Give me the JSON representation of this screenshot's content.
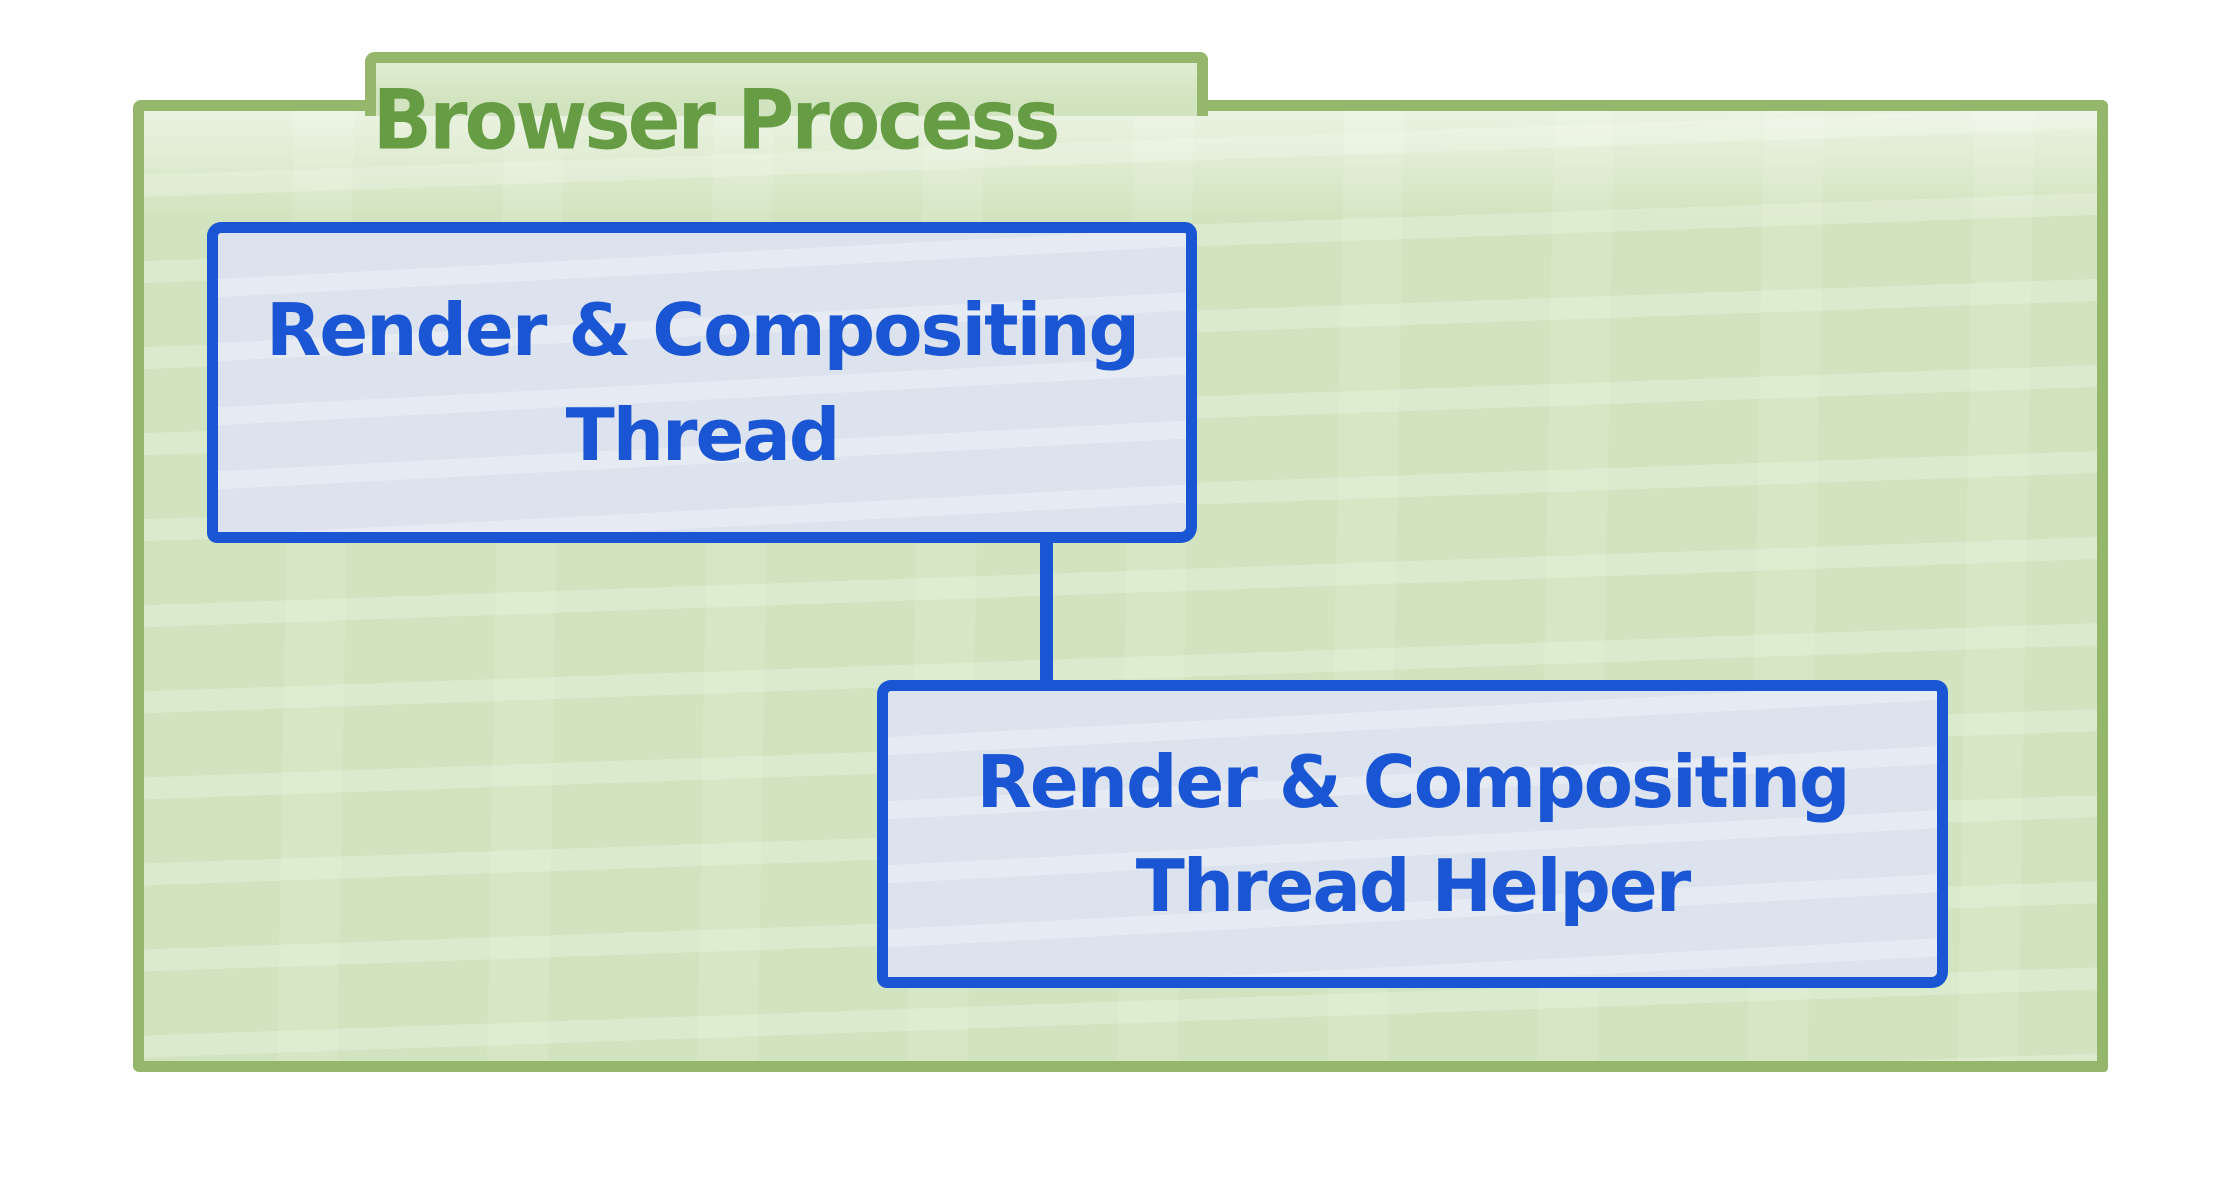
{
  "diagram": {
    "type": "process-diagram",
    "container": {
      "title": "Browser Process"
    },
    "nodes": [
      {
        "id": "render-compositing-thread",
        "label": "Render & Compositing Thread",
        "lines": [
          "Render & Compositing",
          "Thread"
        ]
      },
      {
        "id": "render-compositing-thread-helper",
        "label": "Render & Compositing Thread Helper",
        "lines": [
          "Render & Compositing",
          "Thread Helper"
        ]
      }
    ],
    "edges": [
      {
        "from": "render-compositing-thread",
        "to": "render-compositing-thread-helper"
      }
    ],
    "colors": {
      "container_border": "#95b76c",
      "container_fill": "#d2e4bf",
      "title_text": "#669c44",
      "node_border": "#1a56d4",
      "node_fill": "#dce3ee",
      "node_text": "#1a56d4",
      "connector": "#1a56d4",
      "background": "#ffffff"
    }
  }
}
